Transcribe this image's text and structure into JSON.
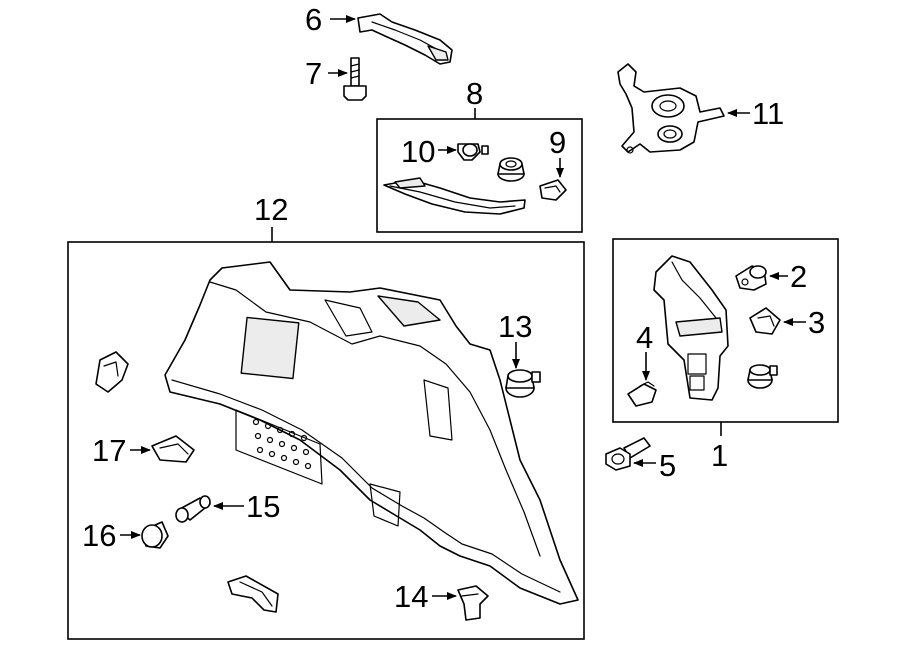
{
  "callouts": {
    "c1": "1",
    "c2": "2",
    "c3": "3",
    "c4": "4",
    "c5": "5",
    "c6": "6",
    "c7": "7",
    "c8": "8",
    "c9": "9",
    "c10": "10",
    "c11": "11",
    "c12": "12",
    "c13": "13",
    "c14": "14",
    "c15": "15",
    "c16": "16",
    "c17": "17"
  },
  "colors": {
    "line": "#000000",
    "background": "#ffffff",
    "shade": "#ececec"
  }
}
